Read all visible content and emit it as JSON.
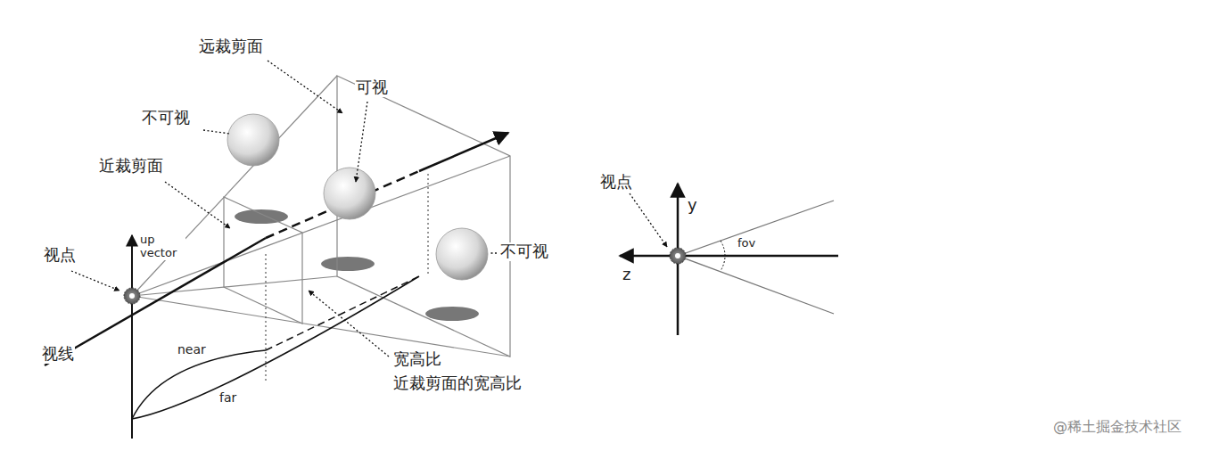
{
  "diagram": {
    "labels": [
      "远裁剪面",
      "可视",
      "不可视",
      "近裁剪面",
      "不可视",
      "视点",
      "up vector",
      "视线",
      "near",
      "宽高比",
      "近裁剪面的宽高比",
      "far",
      "视点",
      "y",
      "z",
      "fov",
      "@稀土掘金技术社区"
    ]
  }
}
